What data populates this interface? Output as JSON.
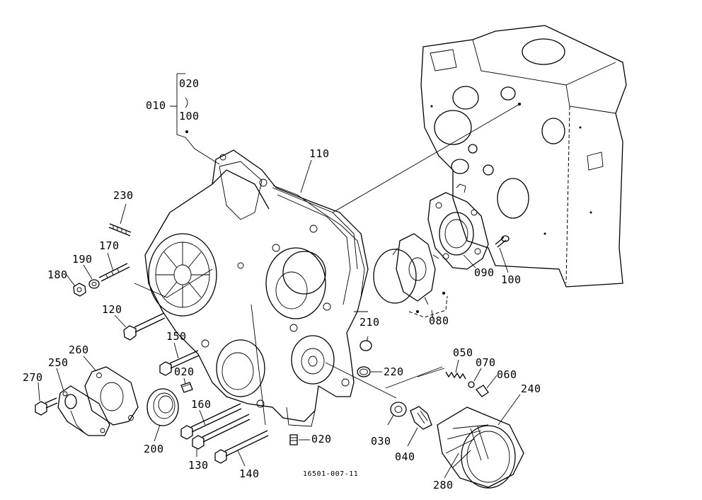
{
  "diagram": {
    "labels": {
      "p010": "010",
      "p020a": "020",
      "p100a": "100",
      "p110": "110",
      "p230": "230",
      "p170": "170",
      "p190": "190",
      "p180": "180",
      "p120": "120",
      "p150": "150",
      "p020b": "020",
      "p260": "260",
      "p250": "250",
      "p270": "270",
      "p200": "200",
      "p160": "160",
      "p130": "130",
      "p140": "140",
      "p020c": "020",
      "p090": "090",
      "p100b": "100",
      "p080": "080",
      "p210": "210",
      "p220": "220",
      "p050": "050",
      "p070": "070",
      "p060": "060",
      "p240": "240",
      "p030": "030",
      "p040": "040",
      "p280": "280"
    },
    "reference_code": "16501-007-11"
  }
}
